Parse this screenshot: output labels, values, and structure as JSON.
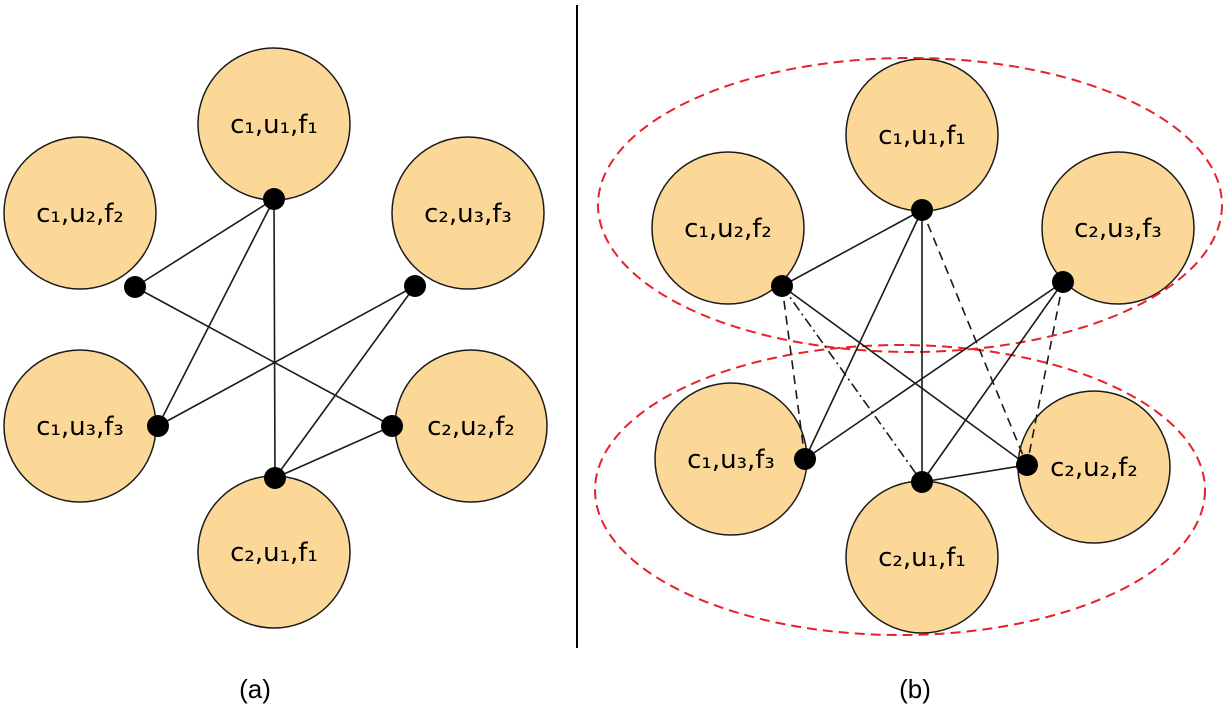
{
  "colors": {
    "node_fill": "#fbd897",
    "node_stroke": "#1a1a1a",
    "edge": "#1a1a1a",
    "port": "#000000",
    "cluster": "#e8202a",
    "divider": "#000000"
  },
  "panels": [
    {
      "caption": "(a)",
      "nodes": [
        {
          "id": "a1",
          "label": "c₁,u₁,f₁"
        },
        {
          "id": "a2",
          "label": "c₁,u₂,f₂"
        },
        {
          "id": "a3",
          "label": "c₂,u₃,f₃"
        },
        {
          "id": "a4",
          "label": "c₁,u₃,f₃"
        },
        {
          "id": "a5",
          "label": "c₂,u₂,f₂"
        },
        {
          "id": "a6",
          "label": "c₂,u₁,f₁"
        }
      ],
      "edges": [
        {
          "from": "a1",
          "to": "a2",
          "style": "solid"
        },
        {
          "from": "a1",
          "to": "a4",
          "style": "solid"
        },
        {
          "from": "a1",
          "to": "a6",
          "style": "solid"
        },
        {
          "from": "a2",
          "to": "a5",
          "style": "solid"
        },
        {
          "from": "a3",
          "to": "a4",
          "style": "solid"
        },
        {
          "from": "a3",
          "to": "a6",
          "style": "solid"
        },
        {
          "from": "a5",
          "to": "a6",
          "style": "solid"
        }
      ],
      "clusters": []
    },
    {
      "caption": "(b)",
      "nodes": [
        {
          "id": "b1",
          "label": "c₁,u₁,f₁"
        },
        {
          "id": "b2",
          "label": "c₁,u₂,f₂"
        },
        {
          "id": "b3",
          "label": "c₂,u₃,f₃"
        },
        {
          "id": "b4",
          "label": "c₁,u₃,f₃"
        },
        {
          "id": "b5",
          "label": "c₂,u₂,f₂"
        },
        {
          "id": "b6",
          "label": "c₂,u₁,f₁"
        }
      ],
      "edges": [
        {
          "from": "b1",
          "to": "b2",
          "style": "solid"
        },
        {
          "from": "b1",
          "to": "b4",
          "style": "solid"
        },
        {
          "from": "b1",
          "to": "b6",
          "style": "solid"
        },
        {
          "from": "b2",
          "to": "b5",
          "style": "solid"
        },
        {
          "from": "b3",
          "to": "b4",
          "style": "solid"
        },
        {
          "from": "b3",
          "to": "b6",
          "style": "solid"
        },
        {
          "from": "b5",
          "to": "b6",
          "style": "solid"
        },
        {
          "from": "b2",
          "to": "b4",
          "style": "dashed"
        },
        {
          "from": "b2",
          "to": "b6",
          "style": "dashdot"
        },
        {
          "from": "b1",
          "to": "b5",
          "style": "dashed"
        },
        {
          "from": "b3",
          "to": "b5",
          "style": "dashed"
        }
      ],
      "clusters": [
        {
          "id": "top",
          "members": [
            "b1",
            "b2",
            "b3"
          ]
        },
        {
          "id": "bottom",
          "members": [
            "b4",
            "b5",
            "b6"
          ]
        }
      ]
    }
  ]
}
